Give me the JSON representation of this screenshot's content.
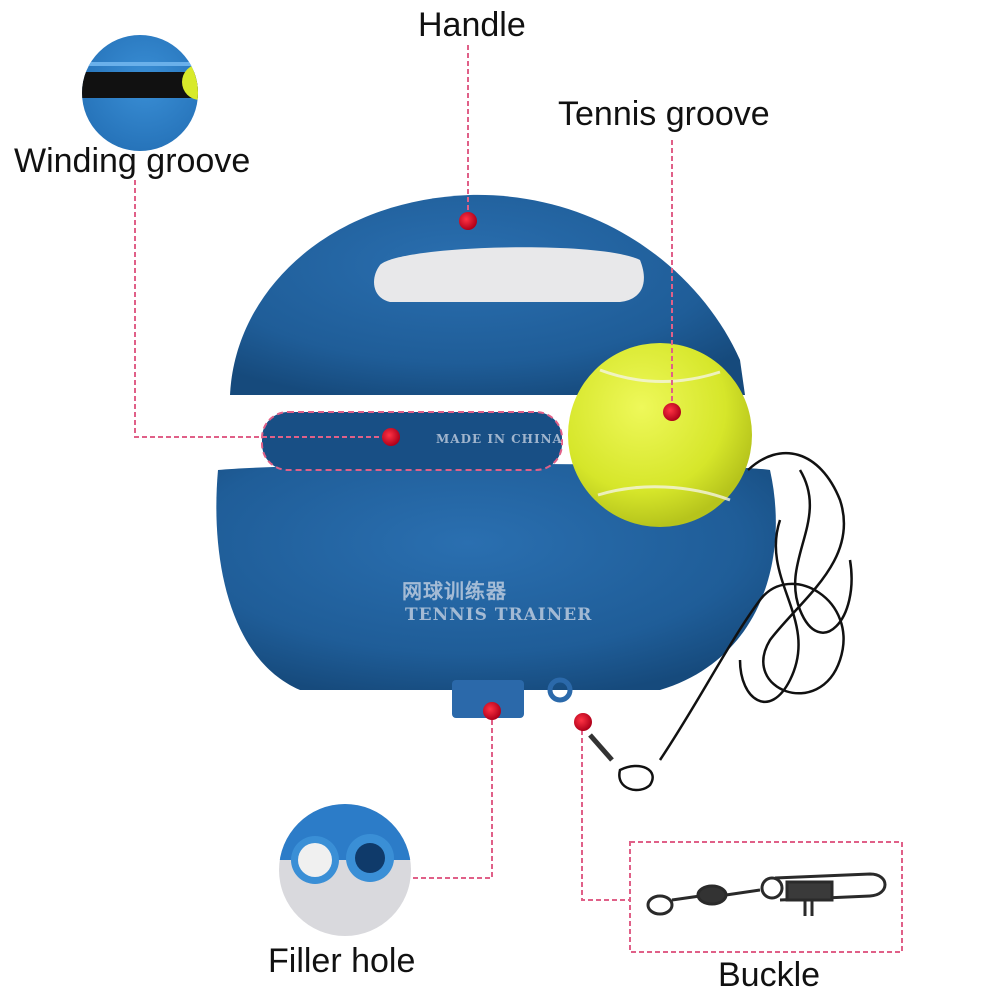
{
  "labels": {
    "handle": "Handle",
    "tennis_groove": "Tennis groove",
    "winding_groove": "Winding groove",
    "filler_hole": "Filler hole",
    "buckle": "Buckle"
  },
  "embossed": {
    "made_in": "MADE IN CHINA",
    "chinese": "网球训练器",
    "english": "TENNIS TRAINER"
  },
  "colors": {
    "base_blue": "#1f5d98",
    "ball_yellow": "#d8ea2a",
    "marker_red": "#e0102a",
    "leader_pink": "#e06088",
    "cord_black": "#111111"
  }
}
